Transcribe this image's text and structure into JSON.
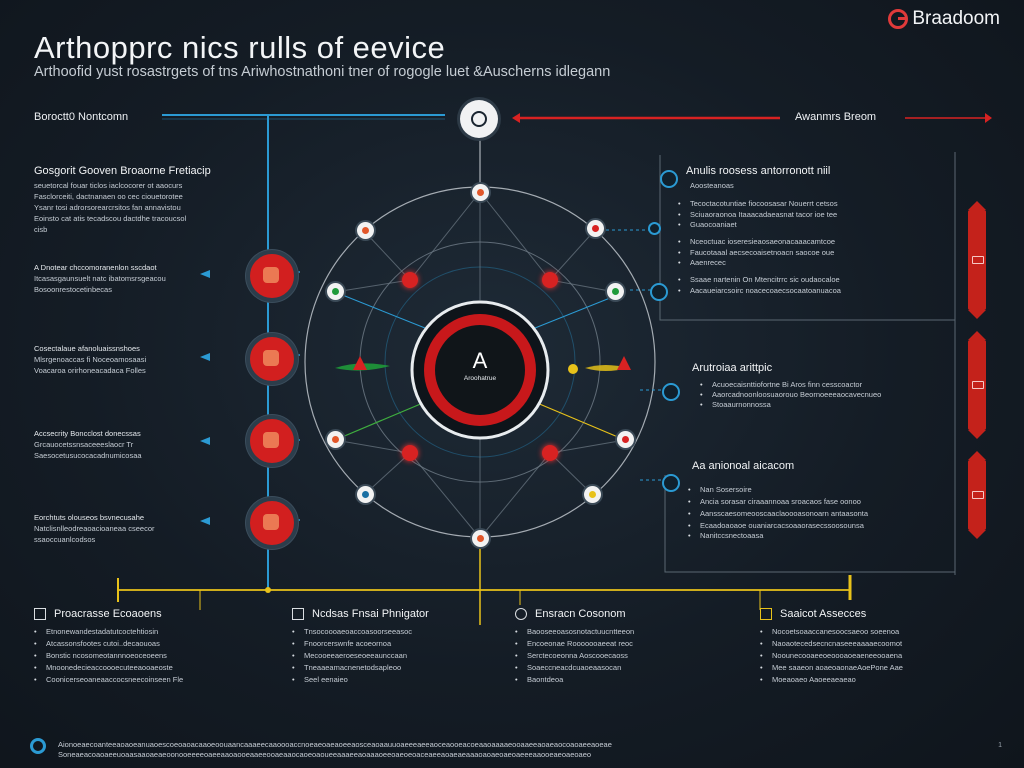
{
  "header": {
    "title": "Arthopprc nics rulls of eevice",
    "subtitle": "Arthoofid yust rosastrgets of tns Ariwhostnathoni tner of rogogle luet &Auscherns idlegann",
    "brand": "Braadoom"
  },
  "top_bar": {
    "left_label": "Boroctt0 Nontcomn",
    "right_label": "Awanmrs Breom"
  },
  "center": {
    "hub_letter": "A",
    "hub_caption": "Aroohatrue"
  },
  "left_panel": {
    "heading": "Gosgorit Gooven Broaorne Fretiacip",
    "heading_lines": [
      "seuetorcal fouar ticlos iaclcocorer ot aaocurs",
      "Fasclorceiti, dactnanaen oo cec ciouetorotee",
      "Ysanr tosi adrorsorearcrsitos fan annavistou",
      "Eoinsto cat atis tecadscou dactdhe tracoucsol",
      "cisb"
    ],
    "blocks": [
      {
        "title": "A Dnotear chccomoranenlon sscdaot",
        "lines": [
          "Itcasasgaunsuelt natc ibatomsrsgeacou",
          "Bosoonrestocetinbecas"
        ]
      },
      {
        "title": "Cosectalaue afanoluaissnshoes",
        "lines": [
          "Mlsrgenoaccas fi Noceoamosaasi",
          "Voacaroa orirhoneacadaca Folles"
        ]
      },
      {
        "title": "Accsecrity Boncclost donecssas",
        "lines": [
          "Grcauocetssnsaceeeslaocr Tr",
          "Saesocetusucocacadnumicosaa"
        ]
      }
    ],
    "bottom_block": {
      "title": "Eorchtuts olouseos bsvnecusahe",
      "lines": [
        "Natclisnlleodreaoacioaneaa cseecor",
        "ssaoccuanlcodsos"
      ]
    }
  },
  "right_panel": {
    "top": {
      "heading": "Anulis roosess antorronott niil",
      "subheading": "Aoosteanoas",
      "items": [
        {
          "lines": [
            "Tecoctacotuntiae fiocoosasar Nouerrt cetsos",
            "Sciuaoraonoa Itaaacadaeasnat tacor ioe tee",
            "Guaocoaniaet"
          ]
        },
        {
          "lines": [
            "Nceoctuac ioseresieaosaeonacaaacamtcoe",
            "Faucotaaal aecsecoaisetnoacn saocoe oue",
            "Aaenrecec"
          ]
        },
        {
          "lines": [
            "Ssaae nartenin On Mtencitrrc sic oudaocaloe",
            "Aacaueiarcsoirc noacecoaecsocaatoanuacoa"
          ]
        }
      ]
    },
    "middle": {
      "heading": "Arutroiaa arittpic",
      "items": [
        "Acuoecaisnttiofortne Bi Aros finn cesscoactor",
        "Aaorcadnoonloosuaorouo Beornoeeeaocavecnueo",
        "Stoaaurnonnossa"
      ]
    },
    "bottom": {
      "heading": "Aa anionoal aicacom",
      "items": [
        "Nan Sosersoire",
        "Ancia sorasar ciraaannoaa sroacaos fase oonoo",
        "Aansscaesomeooscaaclaoooasonoarn antaasonta",
        "Ecaadoaoaoe ouaniarcacsoaaorasecssoosounsa",
        "Nanitccsnectoaasa"
      ]
    }
  },
  "bottom_sections": [
    {
      "title": "Proacrasse Ecoaoens",
      "items": [
        "Etnonewandestadatutcoctehtiosin",
        "Atcassonsfootes cutoi..decaouoas",
        "Bonstic ncosomeotannnoeoceoeens",
        "Mnoonedecieaccoooecuteeaooaeoste",
        "Coonicerseoaneaaccocsneecoinseen Fle"
      ]
    },
    {
      "title": "Ncdsas Fnsai Phnigator",
      "items": [
        "Tnsocoooaeoaccoasoorseeasoc",
        "Fnoorcerswnfe acoeornoa",
        "Mecooeeaeroeseoeeaunccaan",
        "Tneaaeamacnenetodsapleoo",
        "Seel eenaieo"
      ]
    },
    {
      "title": "Ensracn Cosonom",
      "items": [
        "Baooseeoasosnotactuucntteeon",
        "Encoeonae Rooooooaeeat reoc",
        "Serctecoeonna Aoscooecaoss",
        "Soaeccneacdcuaoeaasocan",
        "Baontdeoa"
      ]
    },
    {
      "title": "Saaicot Assecces",
      "items": [
        "Nocoetsoaaccanesoocsaeoo soeenoa",
        "Naoaotecedsecncnaseeeaaaaecoomot",
        "Noounecooaeeoeoooaoeaeneeooaena",
        "Mee saaeon aoaeoaonaeAoePone Aae",
        "Moeaoaeo Aaoeeaeaeao"
      ]
    }
  ],
  "footer": {
    "lines": [
      "Aionoeaecoanteeaoaoeanuaoescoeoaoacaaoeoouaancaaaeecaaoooaccnoeaeoaeaoeeaosceaoaauuoaeeeaeeaoceaooeacoeaaoaaaaeooaaeeaoaeaocoaoaeeaoeae",
      "Soneaeacoaoaeeuoaasaaoaeaeoonooeeeeoaeeaaoaooeaaeeooaeaaocaoeoaoueeaaaeeaoaaaoeeoaeoeoaceaeeaoaeaeaaaoaoaeoaeoaeeeaaooeaeoaeoaeo"
    ],
    "page_mark": "1"
  },
  "colors": {
    "accent_red": "#d21f1f",
    "accent_blue": "#2b9ad3",
    "accent_yellow": "#e8c21a",
    "background": "#141c25"
  }
}
